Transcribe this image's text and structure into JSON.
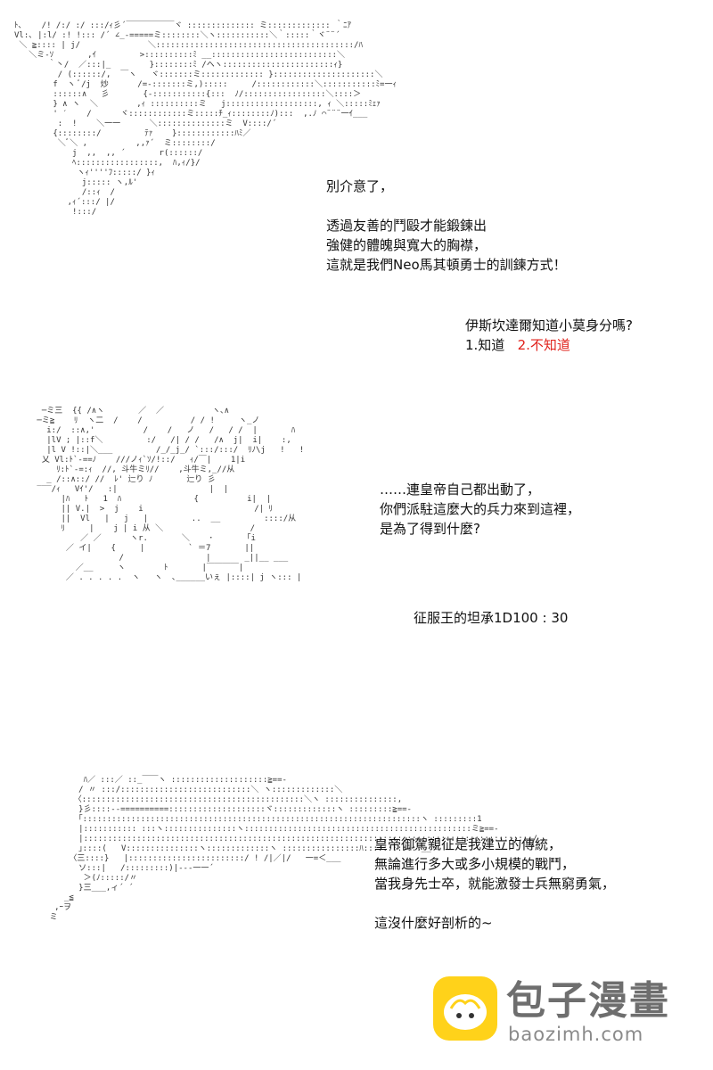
{
  "panel1": {
    "art": "ﾄ､    /! /:/ :/ :::/ｨ彡´￣￣￣￣￣￣ヾ :::::::::::::: ミ::::::::::::: ｀ﾆｱ\nVl:､ |:l/ :! !::: /´ ∠_-=====ミ::::::::＼ヽ:::::::::::＼｀:::::｀ヾ¨¨´\n ＼ ≧:::: | j/              ＼:::::::::::::::::::::::::::::::::::::::::/ﾊ\n   ＼ミ-ｿ       ,ｲ         >::::::::::ﾐ __::::::::::::::::::::::::::＼\n       ｀丶/  ／:::|_        }::::::::ﾐ /ヘヽ:::::::::::::::::::::::ｨ}\n         / (::::::/,  ￣ヽ   ヾ:::::::ミ::::::::::::: }:::::::::::::::::::::＼\n        f  ヽ ﾞ/j  炒      /=-:::::::ミ,):::::     /::::::::::::＼:::::::::::ﾐ=一ｨ\n        ::::::∧   彡       {-:::::::::::{:::  ﾉ/:::::::::::::::::＼::::＞\n        } ∧ ヽ  ＼        ,ｨ ::::::::::ミ   j:::::::::::::::::::, ｨ ＼:::::ﾐｪｧ\n        ' ′    /      ヾ::::::::::::ミ:::::ﾁ_ｨ::::::::ﾉ):::  ,.ﾉ ⌒¨¨¨一ｲ___\n         :  !    ＼一一      ＼::::::::::::::ミ  V::::/´\n        {::::::::/         ﾃｧ    }::::::::::::ﾊﾐ／\n         ＼ﾞ＼ ,          ,,ｧ´  ミ::::::::/\n            j  ,,  ,, ´       r(::::::/\n            ﾍ:::::::::::::::::,  ﾊ,ｨ/}/\n             ヽｨ''''ﾌ:::::/ }ｨ\n              j::::: ヽ,ﾙ'\n              /::ｨ  /\n           ,ｨ´:::/ |/\n            !:::/",
    "text": {
      "line1": "別介意了，",
      "line2": "透過友善的鬥毆才能鍛鍊出",
      "line3": "強健的體魄與寬大的胸襟，",
      "line4": "這就是我們Neo馬其頓勇士的訓鍊方式！"
    },
    "question": "伊斯坎達爾知道小莫身分嗎?",
    "option1": "1.知道",
    "option2": "2.不知道"
  },
  "panel2": {
    "art": "  ─ミ三  {{ /∧ヽ       ／  ／          ヽ､∧\n ─ミ≧    ﾘ  ヽ二  /    /          / / !     ヽ_ノ\n   i:/  ::∧,'          /    /   ノ   /   / /  |       ﾊ\n   |lV ; |::f＼         :/   /| / /   /∧  j|  i|    :,\n   |l V !::|＼___         /_/_j_/ `:::/:::/  ﾘﾉ\\j   !   !\n  乂 Vl:ﾄ`-==ﾉ    ///ノｨ`ｿ/!::/   ｨ/￣|    1|i\n     ﾘ:ﾄ`-=:ｨ  //, 斗牛ミﾘ//    ,斗牛ミ,_//从\n   _ /::∧::/ //  ﾚ' 辷り ﾉ       辷り 彡\n ‾‾‾/ｨ   Vｲ'/   :|                   |  |\n      |ﾊ   ﾄ   1  ﾊ               {          i|  |\n      || V.|  >  j    i                       /| ﾘ\n      ||  Vl   |   j   |         ..  __         ::::/从\n      ﾘ     |    j | i 从 ＼                  /\n          ／ ／      ヽr.       ＼    ･       ｢i\n       ／ イ|    {     |         ` ＝7       ||\n                  /                 |       _||__ ___\n         ／__     ヽ        ﾄ       |￣￣￣￣|\n       ／ . . . . .  ヽ   ヽ  ､______いぇ |::::| j ヽ::: |",
    "text": {
      "line1": "……連皇帝自己都出動了，",
      "line2": "你們派駐這麼大的兵力來到這裡，",
      "line3": "是為了得到什麼?"
    },
    "roll": "征服王的坦承1D100 : 30"
  },
  "panel3": {
    "art": "           ﾊ／ :::／ ::_￣￣ヽ ::::::::::::::::::::≧==-\n          / 〃 :::/:::::::::::::::::::::::::::＼ ヽ:::::::::::::＼\n         〈::::::::::::::::::::::::::::::::::::::::::::::＼ヽ :::::::::::::::,\n          }彡::::--==========::::::::::::::::::::ヾ:::::::::::::ヽ :::::::::≧==-\n          ｢::::::::::::::::::::::::::::::::::::::::::::::::::::::::::::::::::::::ヽ :::::::::1\n          |::::::::::: :::ヽ:::::::::::::::ヽ:::::::::::::::::::::::::::::::::::::::::::::::ミ≧==-\n          |:::::::::::::::::::::::::::::::::::::::::::::::::::::::::::::::::::::::::::::::::::::::::::::/\n          ｣::::(   V:::::::::::::::ヽ:::::::::::::ヽ ::::::::::::::::ﾊ::::::::::::__ヽ\n        〈三::::}   |::::::::::::::::::::::::/ ! /|／|/   一=＜___\n          ソ:::|   /:::::::::)|---一一´\n           ＞(ﾉ:::::/〃\n          }三___,ィ´ ´\n       _≦\n     ,ｰヲ\n    ミ",
    "text": {
      "line1": "皇帝御駕親征是我建立的傳統，",
      "line2": "無論進行多大或多小規模的戰鬥，",
      "line3": "當我身先士卒，就能激發士兵無窮勇氣，",
      "line4": "這沒什麼好剖析的~"
    }
  },
  "watermark": {
    "icon": "baozi-bun-icon",
    "name": "包子漫畫",
    "url": "baozimh.com",
    "color_badge": "#ffd21a",
    "color_text": "#6e6e6e"
  }
}
